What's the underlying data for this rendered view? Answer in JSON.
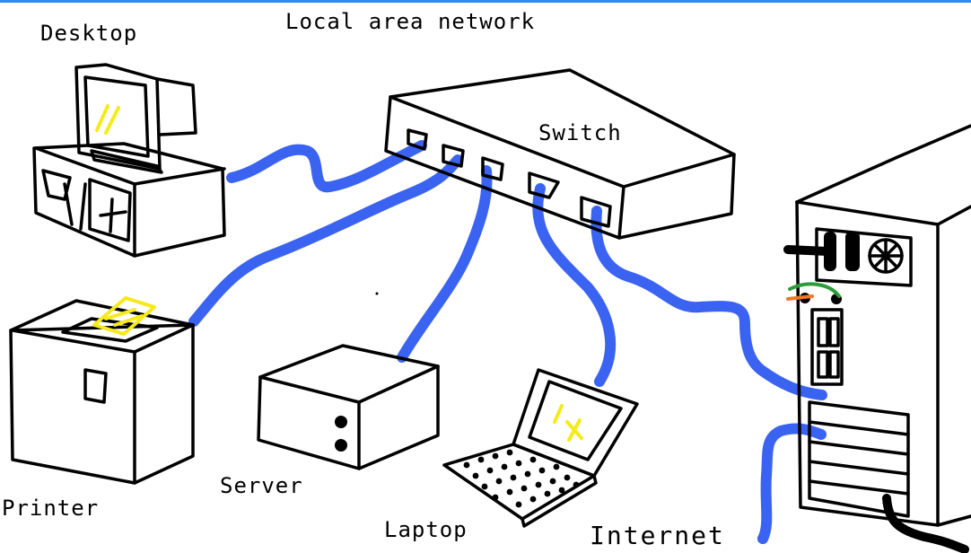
{
  "title": "Local area network",
  "labels": {
    "desktop": "Desktop",
    "switch": "Switch",
    "printer": "Printer",
    "server": "Server",
    "laptop": "Laptop",
    "internet": "Internet"
  },
  "colors": {
    "cable": "#3b63f2",
    "ink": "#000000",
    "highlight": "#f5ea1a",
    "top_border": "#2a8cf0",
    "green_wire": "#2a9d3a",
    "orange_wire": "#f07a1a"
  },
  "icons": [
    "desktop-computer-icon",
    "network-switch-icon",
    "printer-icon",
    "server-icon",
    "laptop-icon",
    "tower-computer-icon"
  ]
}
